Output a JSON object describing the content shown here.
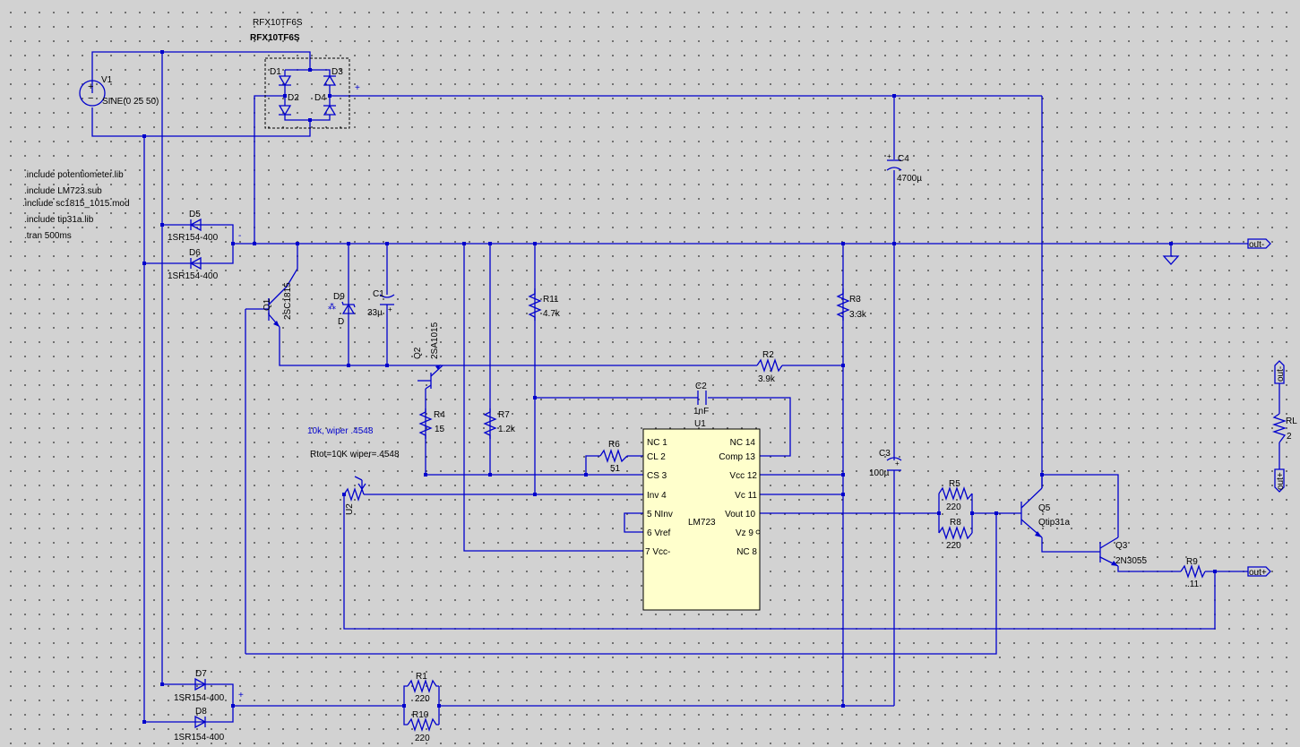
{
  "colors": {
    "background": "#d2d2d2",
    "wire": "#0000cc",
    "component": "#0000cc",
    "ic_fill": "#ffffcc",
    "text": "#000000"
  },
  "directives": [
    ".include potentiometer.lib",
    ".include LM723.sub",
    ".include sc1815_1015.mod",
    ".include tip31a.lib",
    ".tran 500ms"
  ],
  "bridge": {
    "model": "RFX10TF6S",
    "model_overlay": "RFX10TF6S",
    "diodes": [
      "D1",
      "D2",
      "D3",
      "D4"
    ],
    "plus_marker": "+"
  },
  "components": {
    "V1": {
      "name": "V1",
      "value": "SINE(0 25 50)"
    },
    "C4": {
      "name": "C4",
      "value": "4700µ"
    },
    "D5": {
      "name": "D5",
      "value": "1SR154-400"
    },
    "D6": {
      "name": "D6",
      "value": "1SR154-400"
    },
    "D7": {
      "name": "D7",
      "value": "1SR154-400"
    },
    "D8": {
      "name": "D8",
      "value": "1SR154-400"
    },
    "Q1": {
      "name": "Q1",
      "value": "2SC1815"
    },
    "D9": {
      "name": "D9",
      "value": "D"
    },
    "C1": {
      "name": "C1",
      "value": "33µ"
    },
    "Q2": {
      "name": "Q2",
      "value": "2SA1015"
    },
    "R11": {
      "name": "R11",
      "value": "4.7k"
    },
    "R3": {
      "name": "R3",
      "value": "3.3k"
    },
    "R2": {
      "name": "R2",
      "value": "3.9k"
    },
    "C2": {
      "name": "C2",
      "value": "1nF"
    },
    "R4": {
      "name": "R4",
      "value": "15"
    },
    "R7": {
      "name": "R7",
      "value": "1.2k"
    },
    "R6": {
      "name": "R6",
      "value": "51"
    },
    "U1": {
      "name": "U1",
      "value": "LM723"
    },
    "U2": {
      "name": "U2"
    },
    "C3": {
      "name": "C3",
      "value": "100µ"
    },
    "R5": {
      "name": "R5",
      "value": "220"
    },
    "R8": {
      "name": "R8",
      "value": "220"
    },
    "Q5": {
      "name": "Q5",
      "value": "Qtip31a"
    },
    "Q3": {
      "name": "Q3",
      "value": "2N3055"
    },
    "R9": {
      "name": "R9",
      "value": ".11"
    },
    "R1": {
      "name": "R1",
      "value": "220"
    },
    "R10": {
      "name": "R10",
      "value": "220"
    },
    "RL": {
      "name": "RL",
      "value": "2"
    }
  },
  "u1_pins_left": [
    "NC 1",
    "CL 2",
    "CS 3",
    "Inv 4",
    "5 NInv",
    "6 Vref",
    "7 Vcc-"
  ],
  "u1_pins_right": [
    "NC 14",
    "Comp 13",
    "Vcc 12",
    "Vc 11",
    "Vout 10",
    "Vz 9",
    "NC 8"
  ],
  "notes": {
    "pot_note_blue": "10k, wiper .4548",
    "pot_note": "Rtot=10K wiper=.4548"
  },
  "flags": {
    "out_minus": "out-",
    "out_plus": "out+",
    "rl_top": "out-",
    "rl_bottom": "out+"
  },
  "polarity": {
    "minus_marker": "-",
    "plus_marker": "+"
  }
}
